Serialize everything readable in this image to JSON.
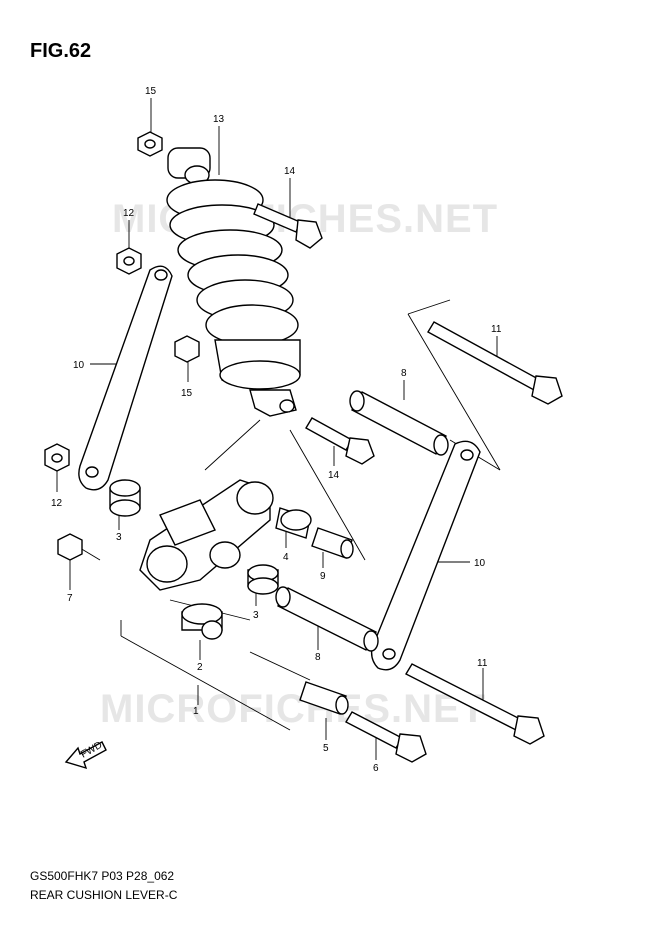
{
  "figure": {
    "title": "FIG.62"
  },
  "footer": {
    "code": "GS500FHK7 P03 P28_062",
    "name": "REAR CUSHION LEVER-C"
  },
  "watermark": {
    "text": "MICROFICHES.NET"
  },
  "direction_arrow": {
    "label": "FWD"
  },
  "callouts": {
    "p15a": "15",
    "p13": "13",
    "p14a": "14",
    "p12a": "12",
    "p10a": "10",
    "p15b": "15",
    "p11a": "11",
    "p8a": "8",
    "p14b": "14",
    "p12b": "12",
    "p3a": "3",
    "p4": "4",
    "p9": "9",
    "p10b": "10",
    "p7": "7",
    "p3b": "3",
    "p2": "2",
    "p8b": "8",
    "p1": "1",
    "p11b": "11",
    "p5": "5",
    "p6": "6"
  }
}
